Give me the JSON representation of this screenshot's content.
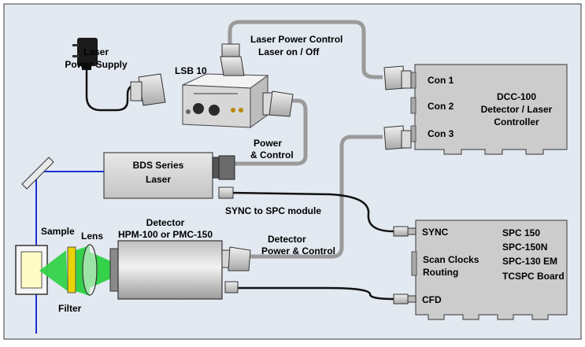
{
  "labels": {
    "laser_power_supply_1": "Laser",
    "laser_power_supply_2": "Power Supply",
    "lsb10": "LSB 10",
    "laser_power_control_1": "Laser Power Control",
    "laser_power_control_2": "Laser on / Off",
    "power_control_1": "Power",
    "power_control_2": "& Control",
    "bds_1": "BDS Series",
    "bds_2": "Laser",
    "sync_to_spc": "SYNC to SPC module",
    "detector_1": "Detector",
    "detector_2": "HPM-100 or PMC-150",
    "sample": "Sample",
    "lens": "Lens",
    "filter": "Filter",
    "det_power_control_1": "Detector",
    "det_power_control_2": "Power & Control",
    "con1": "Con 1",
    "con2": "Con 2",
    "con3": "Con 3",
    "dcc_1": "DCC-100",
    "dcc_2": "Detector / Laser",
    "dcc_3": "Controller",
    "sync": "SYNC",
    "cfd": "CFD",
    "scan_1": "Scan Clocks",
    "scan_2": "Routing",
    "spc_1": "SPC 150",
    "spc_2": "SPC-150N",
    "spc_3": "SPC-130 EM",
    "spc_4": "TCSPC Board"
  },
  "colors": {
    "background": "#e3e9f1",
    "cable_gray": "#9a9a9a",
    "cable_black": "#111111",
    "board": "#cccccc",
    "beam_blue": "#1f2fd8",
    "green_light": "#34d24a",
    "filter_yellow": "#e8d300",
    "sample_fill": "#fffbc6"
  }
}
